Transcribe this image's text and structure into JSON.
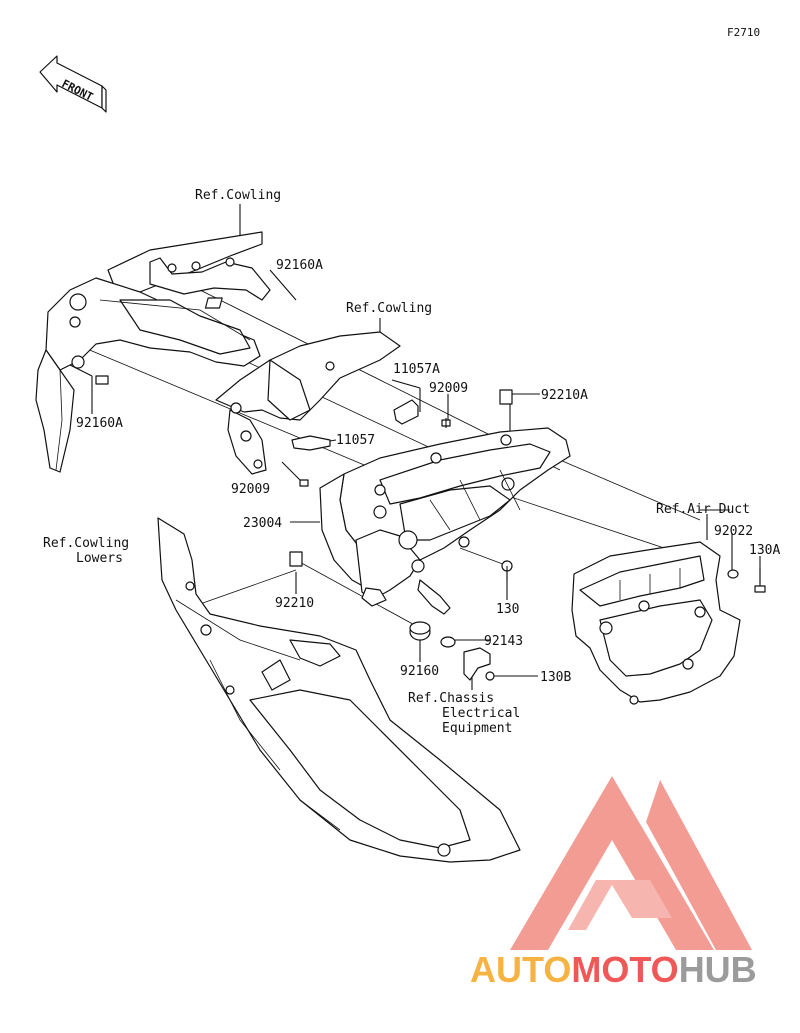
{
  "figure_code": "F2710",
  "front_label": "FRONT",
  "labels": {
    "ref_cowling_top": "Ref.Cowling",
    "ref_cowling_mid": "Ref.Cowling",
    "ref_cowling_lowers_1": "Ref.Cowling",
    "ref_cowling_lowers_2": "Lowers",
    "ref_air_duct": "Ref.Air Duct",
    "ref_chassis_1": "Ref.Chassis",
    "ref_chassis_2": "Electrical",
    "ref_chassis_3": "Equipment",
    "p92160A_top": "92160A",
    "p92160A_left": "92160A",
    "p11057A": "11057A",
    "p92009_top": "92009",
    "p92210A": "92210A",
    "p11057": "11057",
    "p92009_left": "92009",
    "p23004": "23004",
    "p92022": "92022",
    "p130A": "130A",
    "p92210": "92210",
    "p130": "130",
    "p92143": "92143",
    "p92160": "92160",
    "p130B": "130B"
  },
  "watermark": {
    "word_part1": "AUTO",
    "word_part2": "MOTO",
    "word_part3": "HUB",
    "color_orange": "#f5a623",
    "color_red": "#ee3b3b",
    "color_gray": "#8a8a8a",
    "logo_color": "#f28b82"
  }
}
